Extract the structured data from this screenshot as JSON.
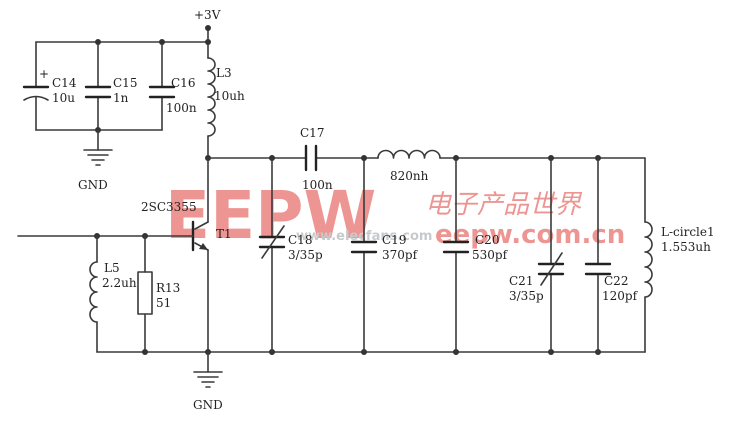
{
  "labels": {
    "vcc": "+3V",
    "gnd_top": "GND",
    "gnd_bottom": "GND",
    "c14": "C14",
    "c14_val": "10u",
    "c15": "C15",
    "c15_val": "1n",
    "c16": "C16",
    "c16_val": "100n",
    "l3": "L3",
    "l3_val": "10uh",
    "c17": "C17",
    "c17_val": "100n",
    "l_top": "820nh",
    "transistor": "2SC3355",
    "t1": "T1",
    "c18": "C18",
    "c18_val": "3/35p",
    "c19": "C19",
    "c19_val": "370pf",
    "c20": "C20",
    "c20_val": "530pf",
    "c21": "C21",
    "c21_val": "3/35p",
    "c22": "C22",
    "c22_val": "120pf",
    "l5": "L5",
    "l5_val": "2.2uh",
    "r13": "R13",
    "r13_val": "51",
    "lcircle": "L-circle1",
    "lcircle_val": "1.553uh",
    "plus": "+"
  },
  "watermark": {
    "logo": "EEPW",
    "cn_text": "电子产品世界",
    "url1": "www.elecfans.com",
    "url2": "eepw.com.cn"
  },
  "colors": {
    "wire": "#3a3a3a",
    "watermark_red": "#e0403a"
  }
}
